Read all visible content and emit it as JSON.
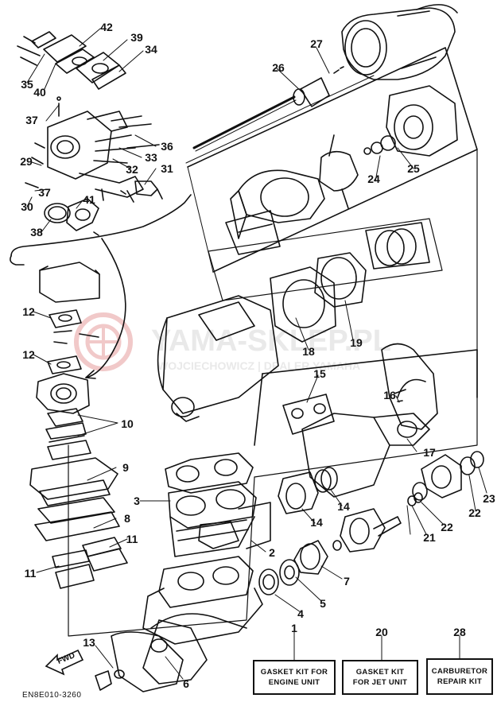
{
  "watermark": {
    "brand": "YAMA-SKLEP.PL",
    "tagline": "WOJCIECHOWICZ | DEALER YAMAHA"
  },
  "diagram_code": "EN8E010-3260",
  "fwd_label": "FWD",
  "callouts": [
    {
      "id": "c42",
      "text": "42"
    },
    {
      "id": "c39",
      "text": "39"
    },
    {
      "id": "c34",
      "text": "34"
    },
    {
      "id": "c35",
      "text": "35"
    },
    {
      "id": "c40",
      "text": "40"
    },
    {
      "id": "c37a",
      "text": "37"
    },
    {
      "id": "c36",
      "text": "36"
    },
    {
      "id": "c33",
      "text": "33"
    },
    {
      "id": "c32",
      "text": "32"
    },
    {
      "id": "c31",
      "text": "31"
    },
    {
      "id": "c29",
      "text": "29"
    },
    {
      "id": "c37b",
      "text": "37"
    },
    {
      "id": "c30",
      "text": "30"
    },
    {
      "id": "c41",
      "text": "41"
    },
    {
      "id": "c38",
      "text": "38"
    },
    {
      "id": "c27",
      "text": "27"
    },
    {
      "id": "c26",
      "text": "26"
    },
    {
      "id": "c24",
      "text": "24"
    },
    {
      "id": "c25",
      "text": "25"
    },
    {
      "id": "c18",
      "text": "18"
    },
    {
      "id": "c19",
      "text": "19"
    },
    {
      "id": "c15",
      "text": "15"
    },
    {
      "id": "c16",
      "text": "16"
    },
    {
      "id": "c17",
      "text": "17"
    },
    {
      "id": "c12a",
      "text": "12"
    },
    {
      "id": "c12b",
      "text": "12"
    },
    {
      "id": "c10",
      "text": "10"
    },
    {
      "id": "c9",
      "text": "9"
    },
    {
      "id": "c3",
      "text": "3"
    },
    {
      "id": "c8",
      "text": "8"
    },
    {
      "id": "c11a",
      "text": "11"
    },
    {
      "id": "c11b",
      "text": "11"
    },
    {
      "id": "c2",
      "text": "2"
    },
    {
      "id": "c14a",
      "text": "14"
    },
    {
      "id": "c14b",
      "text": "14"
    },
    {
      "id": "c23",
      "text": "23"
    },
    {
      "id": "c22a",
      "text": "22"
    },
    {
      "id": "c22b",
      "text": "22"
    },
    {
      "id": "c21",
      "text": "21"
    },
    {
      "id": "c7",
      "text": "7"
    },
    {
      "id": "c5",
      "text": "5"
    },
    {
      "id": "c4",
      "text": "4"
    },
    {
      "id": "c13",
      "text": "13"
    },
    {
      "id": "c6",
      "text": "6"
    },
    {
      "id": "c1",
      "text": "1"
    },
    {
      "id": "c20",
      "text": "20"
    },
    {
      "id": "c28",
      "text": "28"
    }
  ],
  "kits": {
    "engine": {
      "line1": "GASKET KIT FOR",
      "line2": "ENGINE UNIT"
    },
    "jet": {
      "line1": "GASKET KIT",
      "line2": "FOR JET UNIT"
    },
    "carb": {
      "line1": "CARBURETOR",
      "line2": "REPAIR KIT"
    }
  }
}
